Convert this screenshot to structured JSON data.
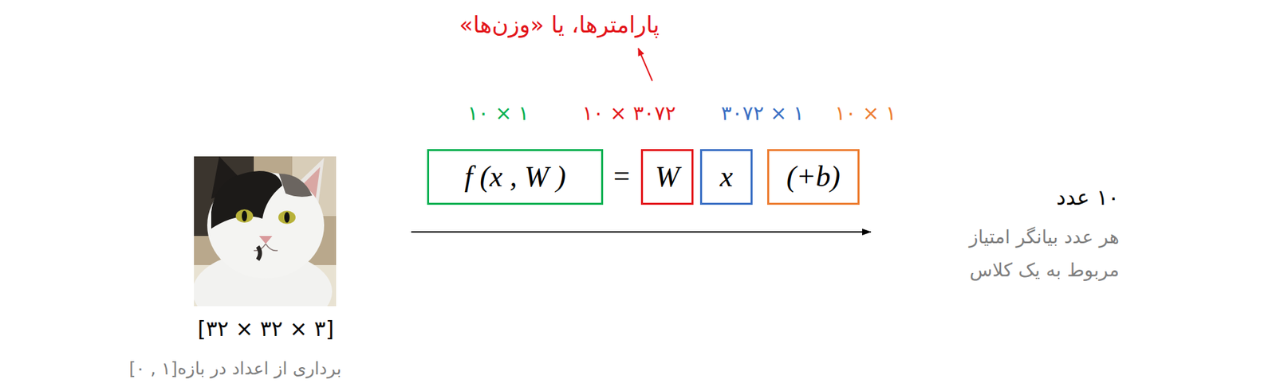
{
  "diagram": {
    "nodes": [
      {
        "text": [
          "f (x , W )"
        ]
      },
      {
        "text": [
          "W"
        ]
      },
      {
        "text": [
          "x"
        ]
      },
      {
        "text": [
          "(+b)"
        ]
      }
    ],
    "labels": [
      "پارامترها، یا «وزن‌ها»",
      "۱۰ × ۱",
      "۱۰ × ۳۰۷۲",
      "۳۰۷۲ × ۱",
      "۱۰ × ۱",
      "=",
      "[۳۲ × ۳۲ × ۳]",
      "برداری از اعداد در بازه[۱ , ۰]",
      "۱۰ عدد",
      "هر عدد بیانگر امتیاز مربوط به یک کلاس"
    ]
  }
}
